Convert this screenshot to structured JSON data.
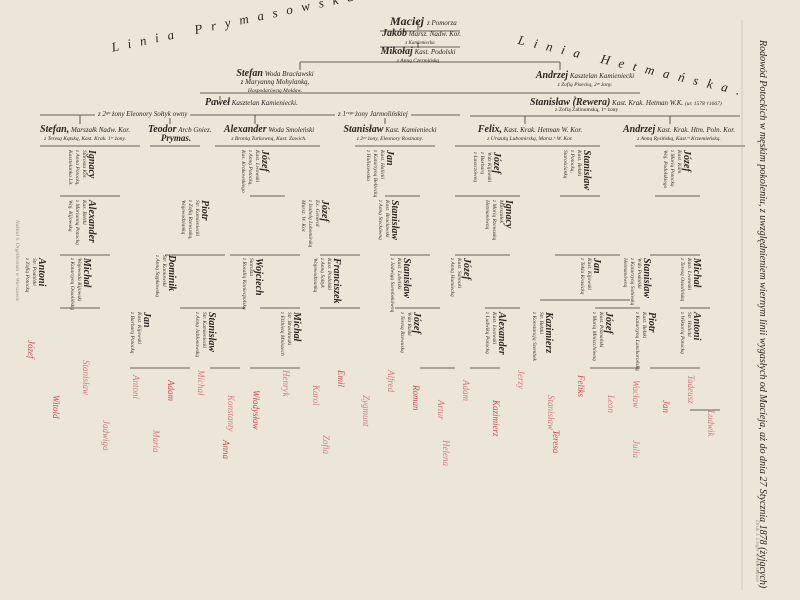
{
  "header": {
    "root": {
      "name": "Maciej",
      "note": "z Pomorza"
    },
    "jakob": {
      "name": "Jakób",
      "title": "Marsz. Nadw. Kor.",
      "note": "z Kamieniecka"
    },
    "mikolaj": {
      "name": "Mikołaj",
      "title": "Kast. Podolski",
      "wife": "z Anną Czermińską"
    }
  },
  "lines": {
    "left": "Linia Prymasowska.",
    "right": "Linia Hetmańska."
  },
  "gen2": {
    "stefan": {
      "name": "Stefan",
      "title": "Woda Bracławski",
      "wife": "z Maryanną Mohylanką,",
      "note": "Hospodarówną Mołdaw."
    },
    "andrzej": {
      "name": "Andrzej",
      "title": "Kasztelan Kamieniecki",
      "wife": "z Zofią Pisecką, 2ᵍᵒ żony."
    }
  },
  "gen3": {
    "pawel": {
      "name": "Paweł",
      "title": "Kasztelan Kamieniecki."
    },
    "stanislaw_rewera": {
      "name": "Stanisław (Rewera)",
      "title": "Kast. Krak. Hetman W.K.",
      "note": "(ur. 1578 †1667)",
      "wife": "z Zofią Zalinumską, 1ᵉʳ żony"
    }
  },
  "marriages": {
    "m1": "z 2ᵍᵒ żony Eleonory Sołtyk owny",
    "m2": "z 1ʳᵉᵍᵒ żony Jarmolińskiej"
  },
  "gen4": [
    {
      "name": "Stefan,",
      "title": "Marszałk Nadw. Kor.",
      "wife": "z Teresą Kątską, Kast. Krak. 1ᵉʳ żony."
    },
    {
      "name": "Teodor",
      "title": "Arcb Gniez.",
      "wife": "Prymas."
    },
    {
      "name": "Alexander",
      "title": "Woda Smoleński",
      "wife": "z Bronią Turkowną, Kast. Zawich."
    },
    {
      "name": "Stanisław",
      "title": "Kast. Kamieniecki",
      "wife": "z 2ᵍᵒ żony, Eleonory Rosinany."
    },
    {
      "name": "Felix,",
      "title": "Kast. Krak. Hetman W. Kor.",
      "wife": "z Urszulą Lubomirską, Marsz.ᵏ W. Kor."
    },
    {
      "name": "Andrzej",
      "title": "Kast. Krak. Htm. Poln. Kor.",
      "wife": "z Anną Rysińską, Kast.ᵐ Krzemieńską."
    }
  ],
  "vertical_texts": [
    {
      "name": "Ignacy",
      "lines": [
        "Starosta Kor.",
        "z Anna Potocką,",
        "Kasztelanka Lit."
      ]
    },
    {
      "name": "Józef",
      "lines": [
        "Kast. Lwowski",
        "z Anną Potocką,",
        "Kas. Krakowskiego"
      ]
    },
    {
      "name": "Jan",
      "lines": [
        "Kast. Halicki",
        "z Katarzyną Bełżecką",
        "z Haliszewska"
      ]
    },
    {
      "name": "Józef",
      "lines": [
        "Wdz Kijowski",
        "z Barbarą",
        "z Łaszczówną"
      ]
    },
    {
      "name": "Stanisław",
      "lines": [
        "Kast. Bełzki",
        "z Potocką,",
        "Starościanką"
      ]
    },
    {
      "name": "Józef",
      "lines": [
        "Kast. Kam.",
        "z Marią Potocką",
        "Woj. Podolskiego"
      ]
    },
    {
      "name": "Alexander",
      "lines": [
        "Kas. Bełzki",
        "z Marianną Potocką",
        "Woj. Kijowską"
      ]
    },
    {
      "name": "Piotr",
      "lines": [
        "Str. Kamieniecki",
        "z Zofią Rzewuską,",
        "Wojewodzianką"
      ]
    },
    {
      "name": "Dominik",
      "lines": [
        "Str. Kaniowski",
        "z Anną Stępkowską"
      ]
    },
    {
      "name": "Józef",
      "lines": [
        "Ex. Generał",
        "z Izabelą Lubomirską",
        "Marsz. W. Kor."
      ]
    },
    {
      "name": "Stanisław",
      "lines": [
        "Kast. Bracławski",
        "z Anną Steckówną"
      ]
    },
    {
      "name": "Ignacy",
      "lines": [
        "Marszałek",
        "z Marią Rzewuską",
        "Hetmanówną"
      ]
    },
    {
      "name": "Michał",
      "lines": [
        "Wojewoda Kijowski",
        "z Katarzyną Ossolińską"
      ]
    },
    {
      "name": "Wojciech",
      "lines": [
        "Starosta",
        "z Rozalią Koniecpolską"
      ]
    },
    {
      "name": "Franciszek",
      "lines": [
        "Kast. Podolski",
        "z Anną Sołtyk",
        "Wojewodzianką"
      ]
    },
    {
      "name": "Stanisław",
      "lines": [
        "Kast. Lubelski",
        "z Jadwigą Szembekówną"
      ]
    },
    {
      "name": "Józef",
      "lines": [
        "Kast. Sanocki",
        "z Anną Humiecką"
      ]
    },
    {
      "name": "Jan",
      "lines": [
        "Kast. Kijowski",
        "z Tekla Krasicką"
      ]
    },
    {
      "name": "Stanisław",
      "lines": [
        "Wda Podolski",
        "z Katarzyną Sobieską",
        "Hetmanówną"
      ]
    },
    {
      "name": "Michał",
      "lines": [
        "Kast. Lwowski",
        "z Teresą Ossolińską"
      ]
    },
    {
      "name": "Kazimierz",
      "lines": [
        "Str. Bełzki",
        "z Konstancją Szembek"
      ]
    },
    {
      "name": "Józef",
      "lines": [
        "Kast. Poznański",
        "z Marią Mniszchówną"
      ]
    },
    {
      "name": "Antoni",
      "lines": [
        "Str. Halicki",
        "z Wiktorią Potocką"
      ]
    },
    {
      "name": "Jan",
      "lines": [
        "Kast. Kijowski",
        "z Barbarą Potocką"
      ]
    },
    {
      "name": "Stanisław",
      "lines": [
        "Str. Kamieniecki",
        "z Anną Jabłonowską"
      ]
    },
    {
      "name": "Józef",
      "lines": [
        "Wda Ruski",
        "z Teresą Rzewuską"
      ]
    },
    {
      "name": "Alexander",
      "lines": [
        "Kast. Lwowski",
        "z Ludwiką Potocką"
      ]
    },
    {
      "name": "Michał",
      "lines": [
        "Str. Bracławski",
        "z Elżbietą Mniszech"
      ]
    },
    {
      "name": "Piotr",
      "lines": [
        "Kast. Bełzki",
        "z Katarzyną Lanckorońską"
      ]
    },
    {
      "name": "Antoni",
      "lines": [
        "Str. Podolski",
        "z Zofią Potocką"
      ]
    }
  ],
  "red_names": [
    "Józef",
    "Stanisław",
    "Antoni",
    "Adam",
    "Michał",
    "Konstanty",
    "Władysław",
    "Henryk",
    "Karol",
    "Emil",
    "Zygmunt",
    "Alfred",
    "Roman",
    "Artur",
    "Adam",
    "Kazimierz",
    "Jerzy",
    "Stanisław",
    "Feliks",
    "Leon",
    "Wacław",
    "Jan",
    "Tadeusz",
    "Ludwik",
    "Witold",
    "Jadwiga",
    "Maria",
    "Anna",
    "Zofia",
    "Helena",
    "Teresa",
    "Julia"
  ],
  "side_note": "Rodowód Potockich w męskim pokoleniu, z uwzględnieniem wiernym linii wygasłych od Macieja, aż do dnia 27 Stycznia 1878 (żyjących)",
  "footer_left": "Nakład S. Orgelbranda w Warszawie",
  "footer_right": "Druk J. Unger w Warszawie"
}
